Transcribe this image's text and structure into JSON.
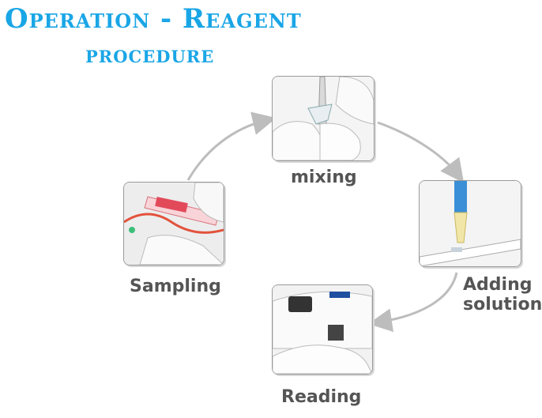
{
  "title": {
    "line1": "Operation - Reagent",
    "line2": "procedure"
  },
  "steps": {
    "mixing": "mixing",
    "adding": "Adding solution",
    "reading": "Reading",
    "sampling": "Sampling"
  },
  "colors": {
    "title": "#1aa6e6",
    "label": "#555555",
    "arrow": "#bdbdbd"
  }
}
